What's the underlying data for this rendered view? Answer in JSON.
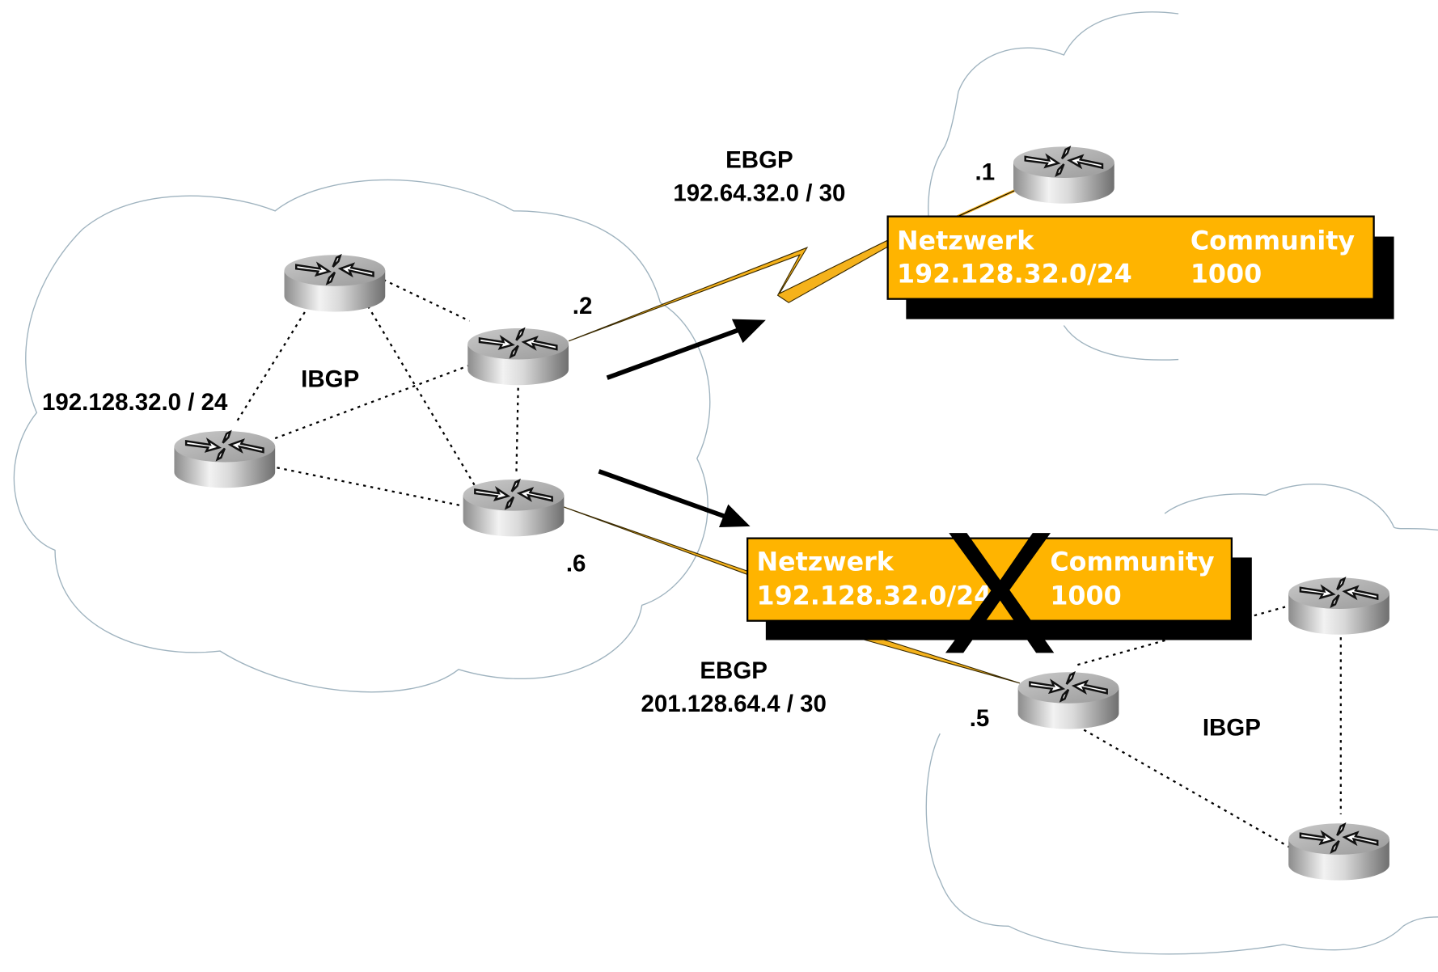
{
  "diagram": {
    "title": "BGP community propagation across EBGP peers",
    "colors": {
      "announcement_box": "#FFB400",
      "announcement_text": "#FFFFFF",
      "serial_link": "#F5B21B",
      "cloud_outline": "#9FB3BF",
      "ibgp_session": "#000000",
      "reject_mark": "#000000"
    },
    "left_as": {
      "network_label": "192.128.32.0 / 24",
      "session_label": "IBGP",
      "routers": [
        "router-top",
        "router-left",
        "router-edge-upper",
        "router-edge-lower"
      ]
    },
    "upper_link": {
      "protocol": "EBGP",
      "subnet": "192.64.32.0 / 30",
      "local_host": ".2",
      "remote_host": ".1",
      "link_type": "serial"
    },
    "lower_link": {
      "protocol": "EBGP",
      "subnet": "201.128.64.4 / 30",
      "local_host": ".6",
      "remote_host": ".5",
      "link_type": "ethernet"
    },
    "upper_announcement": {
      "network_header": "Netzwerk",
      "network_value": "192.128.32.0/24",
      "community_header": "Community",
      "community_value": "1000",
      "status": "accepted"
    },
    "lower_announcement": {
      "network_header": "Netzwerk",
      "network_value": "192.128.32.0/24",
      "community_header": "Community",
      "community_value": "1000",
      "status": "rejected",
      "reject_mark": "X"
    },
    "lower_right_as": {
      "session_label": "IBGP"
    }
  }
}
